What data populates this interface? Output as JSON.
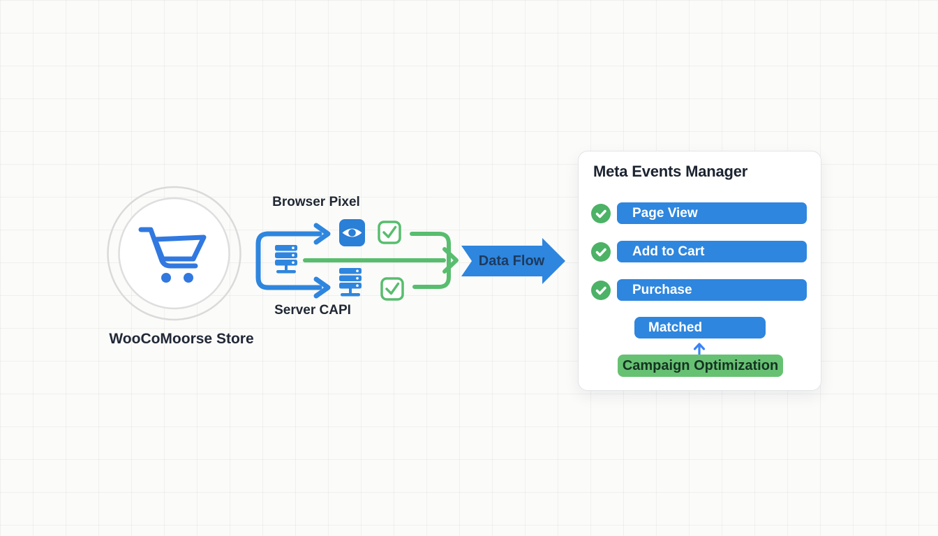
{
  "store": {
    "label": "WooCoMoorse Store",
    "icon": "shopping-cart-icon"
  },
  "pipeline": {
    "browser_pixel_label": "Browser Pixel",
    "server_capi_label": "Server CAPI",
    "data_flow_label": "Data Flow",
    "icons": {
      "source": "server-icon",
      "browser_pixel": "pixel-eye-icon",
      "server_capi": "server-icon",
      "validation": "checkbox-checked-icon"
    }
  },
  "events_panel": {
    "title": "Meta Events Manager",
    "events": [
      {
        "label": "Page View",
        "icon": "check-circle-icon"
      },
      {
        "label": "Add to Cart",
        "icon": "check-circle-icon"
      },
      {
        "label": "Purchase",
        "icon": "check-circle-icon"
      }
    ],
    "matched_label": "Matched",
    "campaign_label": "Campaign Optimization"
  },
  "colors": {
    "blue": "#2e86de",
    "up_arrow_blue": "#3b82f6",
    "green": "#58bd6e",
    "green_circle": "#4cb266",
    "campaign_green": "#67c173",
    "campaign_text": "#153321",
    "dark_text": "#1f2733",
    "data_flow_text": "#1d3a5e",
    "ring_gray": "#d9d9d9",
    "panel_bg": "#ffffff",
    "canvas_bg": "#fbfbfa"
  }
}
